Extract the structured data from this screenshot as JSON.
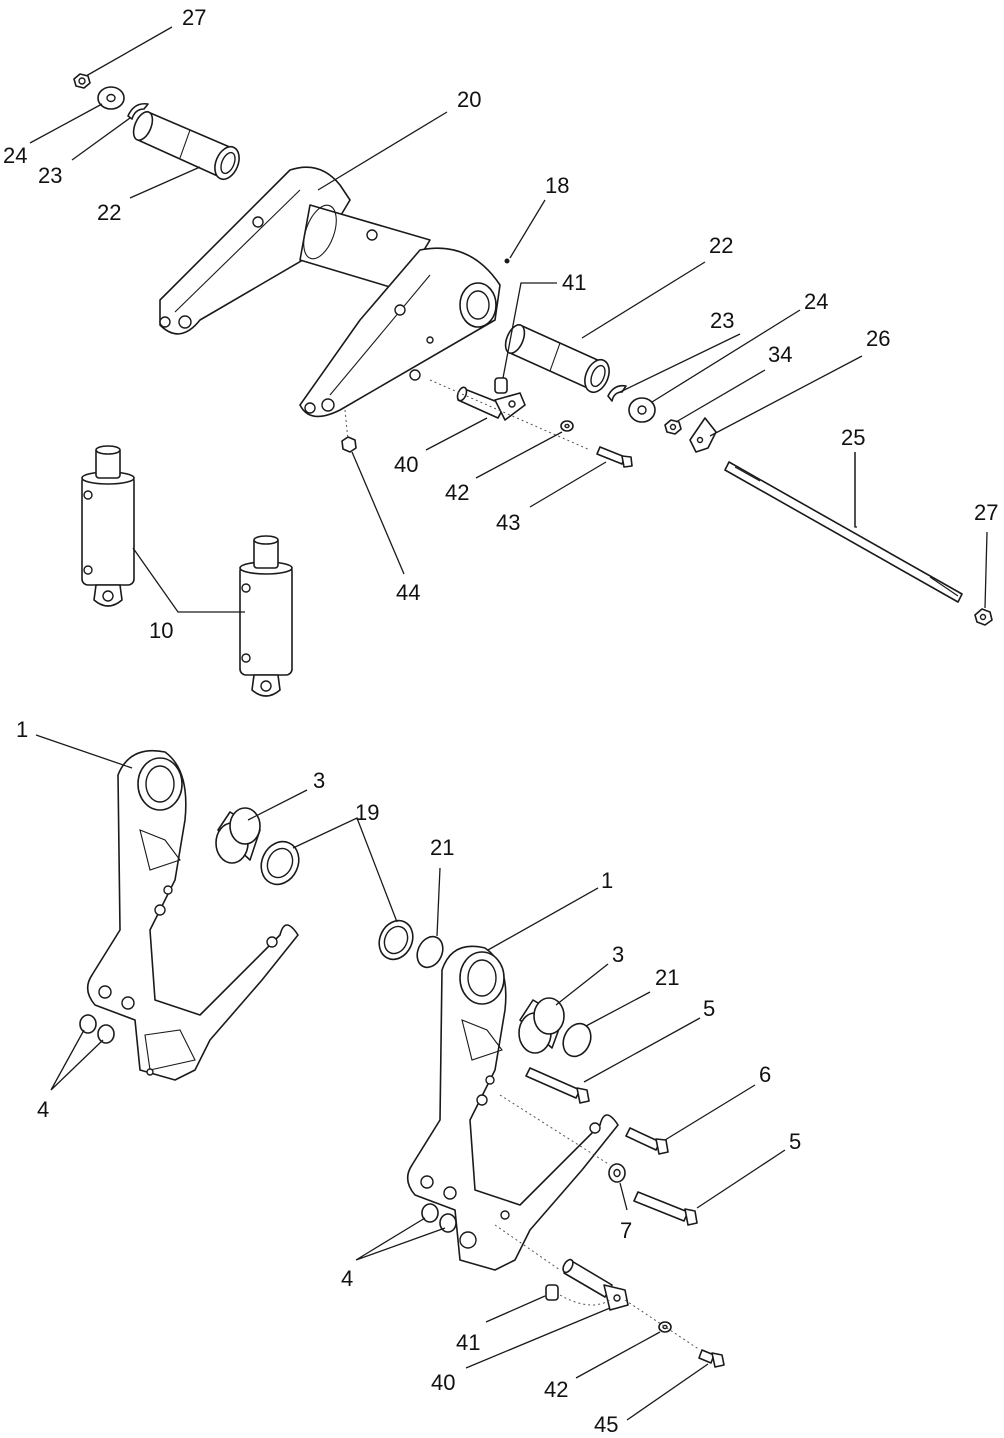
{
  "callouts": [
    {
      "id": "c27a",
      "text": "27"
    },
    {
      "id": "c24a",
      "text": "24"
    },
    {
      "id": "c23a",
      "text": "23"
    },
    {
      "id": "c22a",
      "text": "22"
    },
    {
      "id": "c20",
      "text": "20"
    },
    {
      "id": "c18",
      "text": "18"
    },
    {
      "id": "c22b",
      "text": "22"
    },
    {
      "id": "c41a",
      "text": "41"
    },
    {
      "id": "c23b",
      "text": "23"
    },
    {
      "id": "c24b",
      "text": "24"
    },
    {
      "id": "c34",
      "text": "34"
    },
    {
      "id": "c26",
      "text": "26"
    },
    {
      "id": "c40a",
      "text": "40"
    },
    {
      "id": "c42a",
      "text": "42"
    },
    {
      "id": "c43",
      "text": "43"
    },
    {
      "id": "c44",
      "text": "44"
    },
    {
      "id": "c25",
      "text": "25"
    },
    {
      "id": "c27b",
      "text": "27"
    },
    {
      "id": "c10",
      "text": "10"
    },
    {
      "id": "c1a",
      "text": "1"
    },
    {
      "id": "c3a",
      "text": "3"
    },
    {
      "id": "c19",
      "text": "19"
    },
    {
      "id": "c21a",
      "text": "21"
    },
    {
      "id": "c1b",
      "text": "1"
    },
    {
      "id": "c3b",
      "text": "3"
    },
    {
      "id": "c21b",
      "text": "21"
    },
    {
      "id": "c5a",
      "text": "5"
    },
    {
      "id": "c6",
      "text": "6"
    },
    {
      "id": "c5b",
      "text": "5"
    },
    {
      "id": "c7",
      "text": "7"
    },
    {
      "id": "c4a",
      "text": "4"
    },
    {
      "id": "c4b",
      "text": "4"
    },
    {
      "id": "c41b",
      "text": "41"
    },
    {
      "id": "c40b",
      "text": "40"
    },
    {
      "id": "c42b",
      "text": "42"
    },
    {
      "id": "c45",
      "text": "45"
    }
  ]
}
